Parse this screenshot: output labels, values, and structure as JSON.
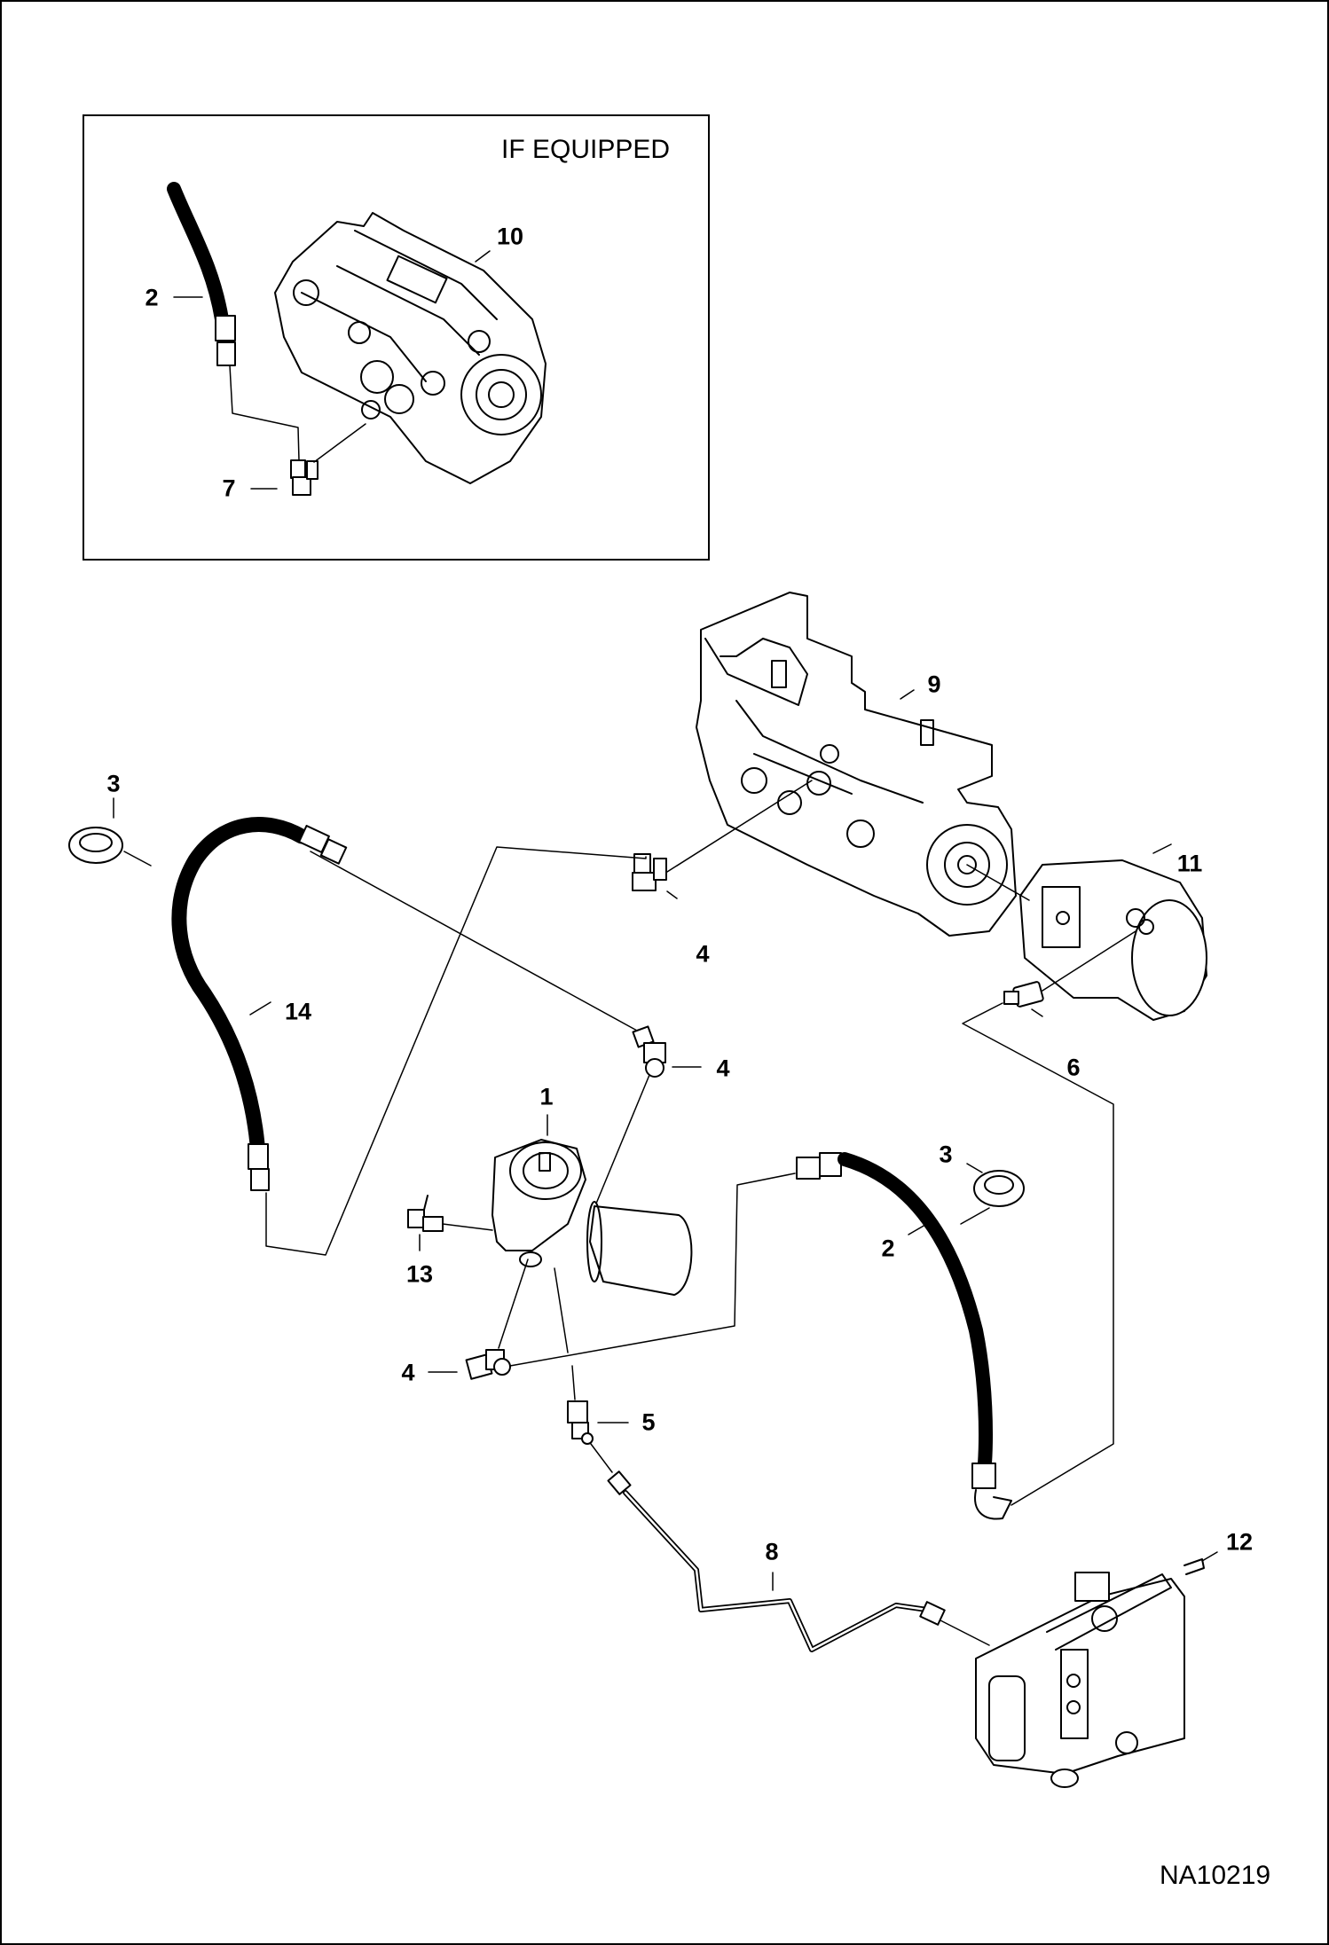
{
  "inset": {
    "title": "IF EQUIPPED"
  },
  "figure_id": "NA10219",
  "callouts": {
    "inset_hose": "2",
    "inset_pump": "10",
    "inset_fitting": "7",
    "grommet_left": "3",
    "hydrostatic_pump": "9",
    "gear_pump": "11",
    "hose_left": "14",
    "fitting_upper_1": "4",
    "fitting_upper_2": "4",
    "filter": "1",
    "fitting_gear_pump": "6",
    "grommet_right": "3",
    "hose_right": "2",
    "fitting_tee": "13",
    "fitting_lower": "4",
    "fitting_tube": "5",
    "tube": "8",
    "control_valve": "12"
  },
  "colors": {
    "line": "#000000",
    "background": "#ffffff"
  }
}
